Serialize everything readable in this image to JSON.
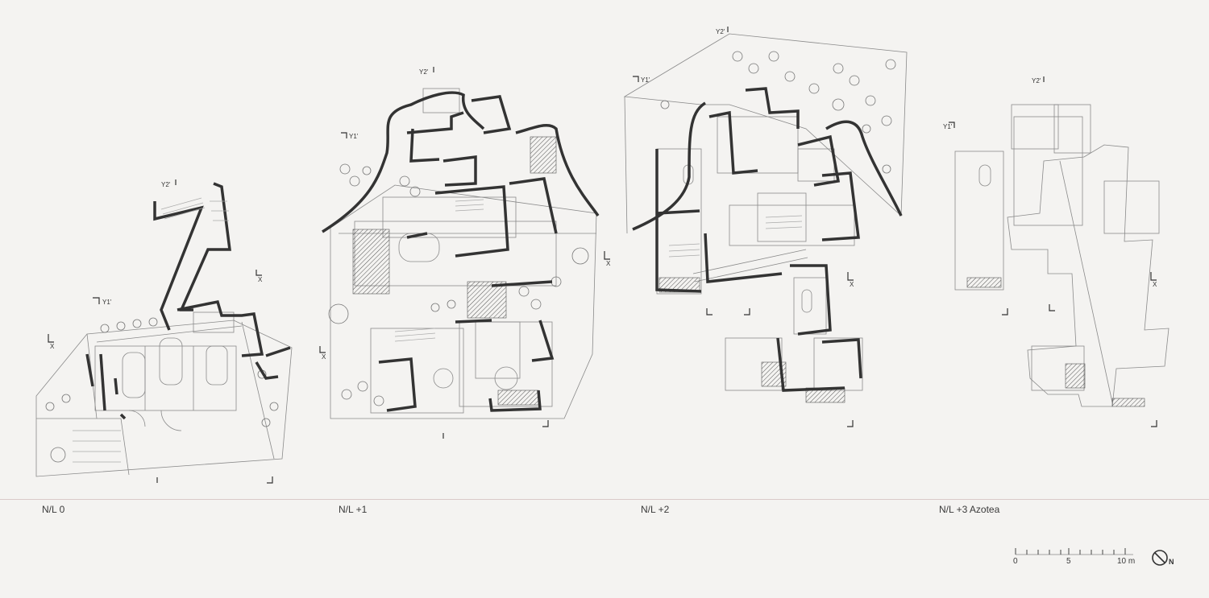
{
  "levels": [
    {
      "label": "N/L 0"
    },
    {
      "label": "N/L +1"
    },
    {
      "label": "N/L +2"
    },
    {
      "label": "N/L +3 Azotea"
    }
  ],
  "section_marks": {
    "y1": "Y1'",
    "y2": "Y2'",
    "x": "X"
  },
  "scale_bar": {
    "ticks": [
      "0",
      "5",
      "10 m"
    ]
  },
  "north": {
    "label": "N"
  },
  "colors": {
    "background": "#f4f3f1",
    "ink": "#333333",
    "thin_line": "#8a8a8a",
    "divider": "#d9c9c9"
  }
}
